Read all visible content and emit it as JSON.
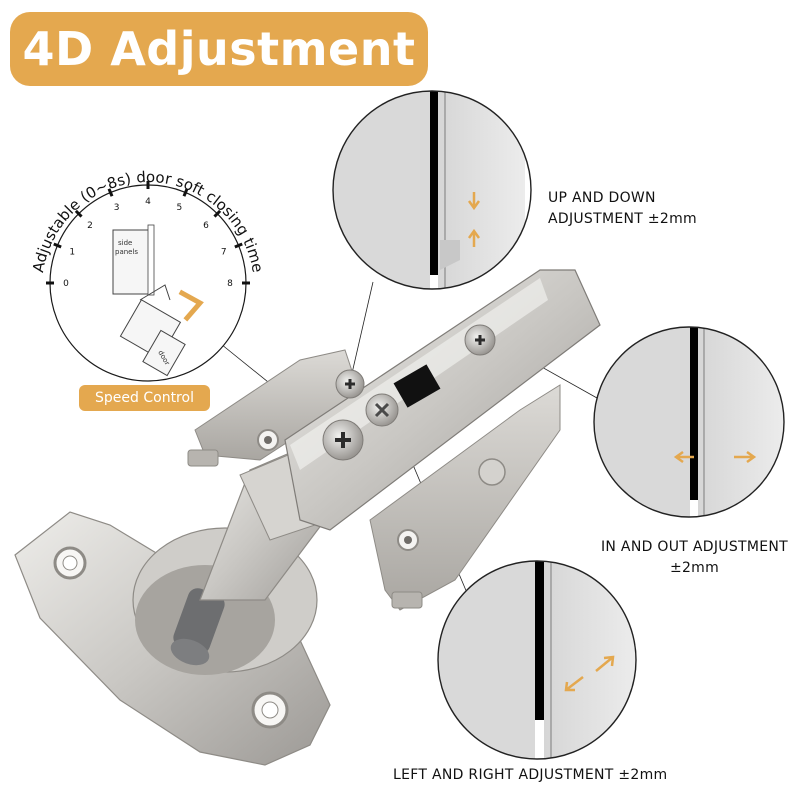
{
  "title": "4D Adjustment",
  "dial": {
    "curved_text": "Adjustable (0~8s) door soft closing time",
    "ticks": [
      "0",
      "1",
      "2",
      "3",
      "4",
      "5",
      "6",
      "7",
      "8"
    ],
    "side_label_line1": "side",
    "side_label_line2": "panels",
    "door_label": "door"
  },
  "speed_control": "Speed Control",
  "adjustments": {
    "up_down_line1": "UP AND DOWN",
    "up_down_line2": "ADJUSTMENT ±2mm",
    "in_out_line1": "IN AND OUT ADJUSTMENT",
    "in_out_line2": "±2mm",
    "left_right": "LEFT AND RIGHT ADJUSTMENT ±2mm"
  },
  "colors": {
    "accent": "#e4a84f",
    "metal": "#c9c7c3",
    "metal_dark": "#8e8b86",
    "gap_black": "#000000"
  }
}
